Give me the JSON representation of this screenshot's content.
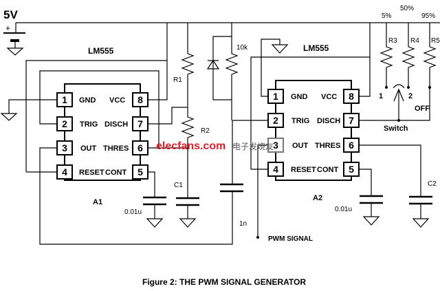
{
  "supply": {
    "voltage": "5V",
    "plus": "+"
  },
  "a1": {
    "chip": "LM555",
    "name": "A1",
    "pins": [
      "1",
      "2",
      "3",
      "4",
      "5",
      "6",
      "7",
      "8"
    ],
    "labels": {
      "gnd": "GND",
      "vcc": "VCC",
      "trig": "TRIG",
      "disch": "DISCH",
      "out": "OUT",
      "thres": "THRES",
      "reset": "RESET",
      "cont": "CONT"
    }
  },
  "a2": {
    "chip": "LM555",
    "name": "A2",
    "pins": [
      "1",
      "2",
      "3",
      "4",
      "5",
      "6",
      "7",
      "8"
    ],
    "labels": {
      "gnd": "GND",
      "vcc": "VCC",
      "trig": "TRIG",
      "disch": "DISCH",
      "out": "OUT",
      "thres": "THRES",
      "reset": "RESET",
      "cont": "CONT"
    }
  },
  "components": {
    "r1": "R1",
    "r2": "R2",
    "c1": "C1",
    "cap_a1": "0.01u",
    "cap_1n": "1n",
    "r_10k": "10k",
    "r3": "R3",
    "r4": "R4",
    "r5": "R5",
    "c2": "C2",
    "cap_a2": "0.01u"
  },
  "switch": {
    "label": "Switch",
    "pos1": "1",
    "pos2": "2",
    "off": "OFF",
    "duty": [
      "5%",
      "50%",
      "95%"
    ]
  },
  "output": {
    "label": "PWM SIGNAL"
  },
  "caption": "Figure 2:   THE PWM SIGNAL GENERATOR",
  "watermark": {
    "text": "elecfans.com",
    "cn": "电子发烧友",
    "color": "#e0202a"
  }
}
